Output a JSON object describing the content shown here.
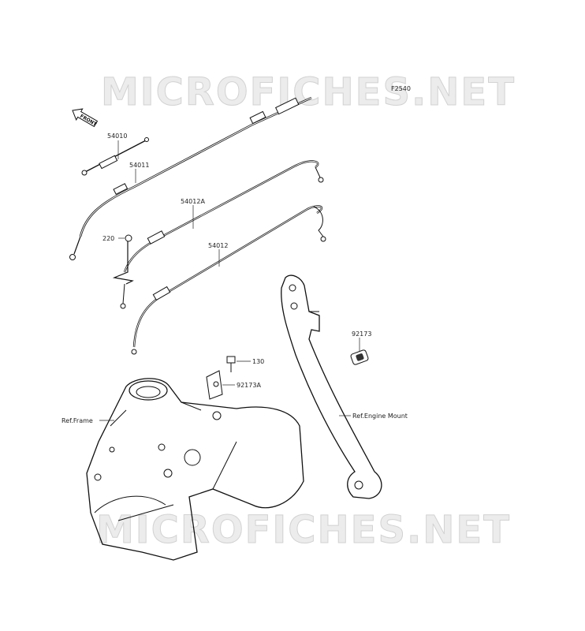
{
  "figure_code": "F2540",
  "front_arrow_label": "FRONT",
  "watermark": "MICROFICHES.NET",
  "callouts": [
    {
      "id": "c54010",
      "text": "54010"
    },
    {
      "id": "c54011",
      "text": "54011"
    },
    {
      "id": "c54012A",
      "text": "54012A"
    },
    {
      "id": "c220",
      "text": "220"
    },
    {
      "id": "c54012",
      "text": "54012"
    },
    {
      "id": "c92173",
      "text": "92173"
    },
    {
      "id": "c130",
      "text": "130"
    },
    {
      "id": "c92173A",
      "text": "92173A"
    },
    {
      "id": "cref_frame",
      "text": "Ref.Frame"
    },
    {
      "id": "cref_engine",
      "text": "Ref.Engine Mount"
    }
  ]
}
